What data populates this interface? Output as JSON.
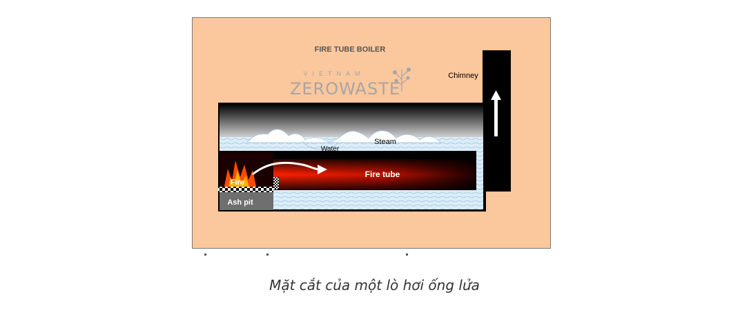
{
  "diagram": {
    "title": "FIRE TUBE BOILER",
    "labels": {
      "chimney": "Chimney",
      "water": "Water",
      "steam": "Steam",
      "fire_tube": "Fire tube",
      "fire": "Fire",
      "ash_pit": "Ash pit"
    },
    "watermark": {
      "top": "VIETNAM",
      "bottom": "ZEROWASTE"
    },
    "colors": {
      "background": "#fbc79c",
      "border": "#7a7a7a",
      "boiler_body": "#000000",
      "water": "#d9ecf7",
      "fire_tube_core": "#ff2000",
      "ash_pit": "#6f6f6f",
      "watermark": "#8c9aa8"
    }
  },
  "caption": "Mặt cắt của một lò hơi ống lửa"
}
